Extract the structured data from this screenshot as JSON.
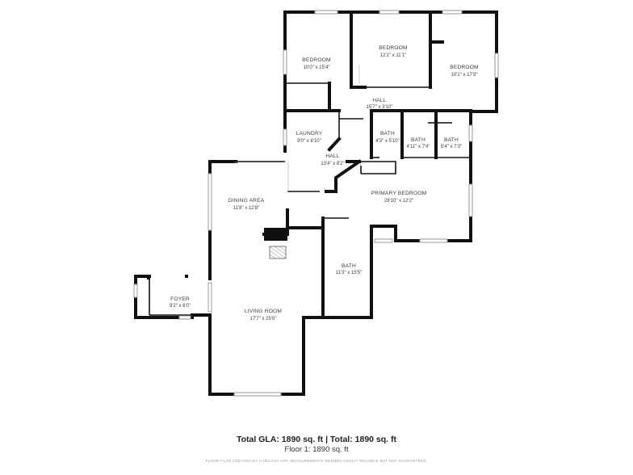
{
  "rooms": [
    {
      "name": "BEDROOM",
      "dims": "10'0\" x 15'4\""
    },
    {
      "name": "BEDROOM",
      "dims": "12'1\" x 11'1\""
    },
    {
      "name": "BEDROOM",
      "dims": "10'1\" x 17'3\""
    },
    {
      "name": "HALL",
      "dims": "15'7\" x 3'10\""
    },
    {
      "name": "LAUNDRY",
      "dims": "8'0\" x 6'10\""
    },
    {
      "name": "BATH",
      "dims": "4'3\" x 5'10\""
    },
    {
      "name": "BATH",
      "dims": "4'11\" x 7'4\""
    },
    {
      "name": "BATH",
      "dims": "5'4\" x 7'3\""
    },
    {
      "name": "HALL",
      "dims": "13'4\" x 8'2\""
    },
    {
      "name": "PRIMARY BEDROOM",
      "dims": "28'10\" x 12'2\""
    },
    {
      "name": "DINING AREA",
      "dims": "11'8\" x 12'8\""
    },
    {
      "name": "BATH",
      "dims": "11'3\" x 15'5\""
    },
    {
      "name": "FOYER",
      "dims": "9'2\" x 6'0\""
    },
    {
      "name": "LIVING ROOM",
      "dims": "17'7\" x 25'9\""
    }
  ],
  "footer": {
    "total": "Total GLA: 1890 sq. ft | Total: 1890 sq. ft",
    "floor": "Floor 1: 1890 sq. ft",
    "disclaimer": "FLOOR PLAN CREATED BY CUBICASA APP. MEASUREMENTS DEEMED HIGHLY RELIABLE BUT NOT GUARANTEED."
  }
}
